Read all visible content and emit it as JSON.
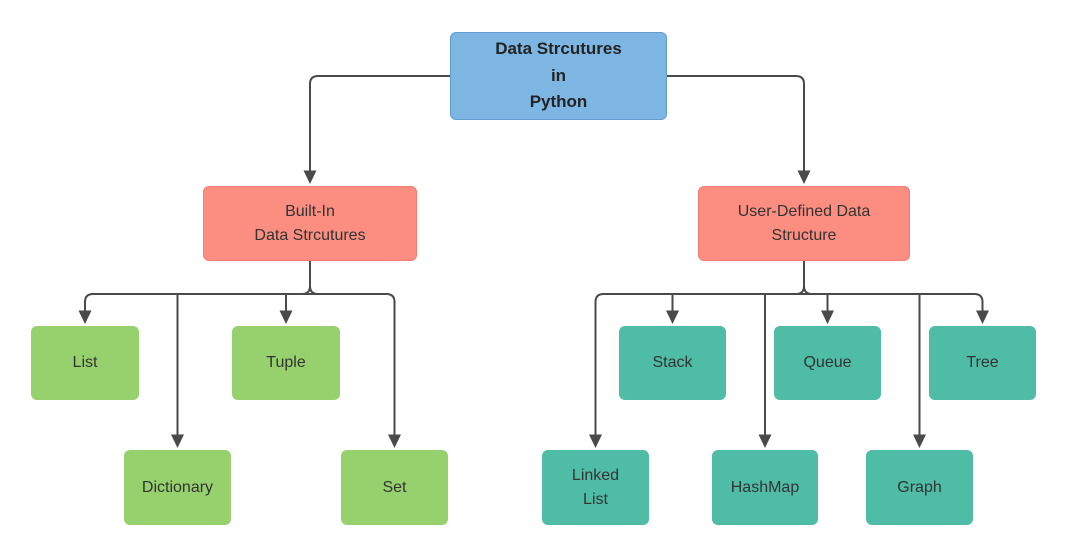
{
  "diagram": {
    "background": "#ffffff",
    "connector_color": "#4a4a4a",
    "colors": {
      "root_fill": "#7eb6e3",
      "category_fill": "#fb8e80",
      "builtin_fill": "#96d16e",
      "userdefined_fill": "#4fbca5"
    },
    "nodes": {
      "root": {
        "label": "Data Strcutures\nin\nPython"
      },
      "built_in": {
        "label": "Built-In\nData Strcutures"
      },
      "user_defined": {
        "label": "User-Defined Data\nStructure"
      },
      "list": {
        "label": "List"
      },
      "tuple": {
        "label": "Tuple"
      },
      "dictionary": {
        "label": "Dictionary"
      },
      "set": {
        "label": "Set"
      },
      "stack": {
        "label": "Stack"
      },
      "queue": {
        "label": "Queue"
      },
      "tree": {
        "label": "Tree"
      },
      "linked_list": {
        "label": "Linked\nList"
      },
      "hashmap": {
        "label": "HashMap"
      },
      "graph": {
        "label": "Graph"
      }
    },
    "edges": [
      {
        "from": "root",
        "to": "built_in"
      },
      {
        "from": "root",
        "to": "user_defined"
      },
      {
        "from": "built_in",
        "to": "list"
      },
      {
        "from": "built_in",
        "to": "tuple"
      },
      {
        "from": "built_in",
        "to": "dictionary"
      },
      {
        "from": "built_in",
        "to": "set"
      },
      {
        "from": "user_defined",
        "to": "stack"
      },
      {
        "from": "user_defined",
        "to": "queue"
      },
      {
        "from": "user_defined",
        "to": "tree"
      },
      {
        "from": "user_defined",
        "to": "linked_list"
      },
      {
        "from": "user_defined",
        "to": "hashmap"
      },
      {
        "from": "user_defined",
        "to": "graph"
      }
    ]
  }
}
